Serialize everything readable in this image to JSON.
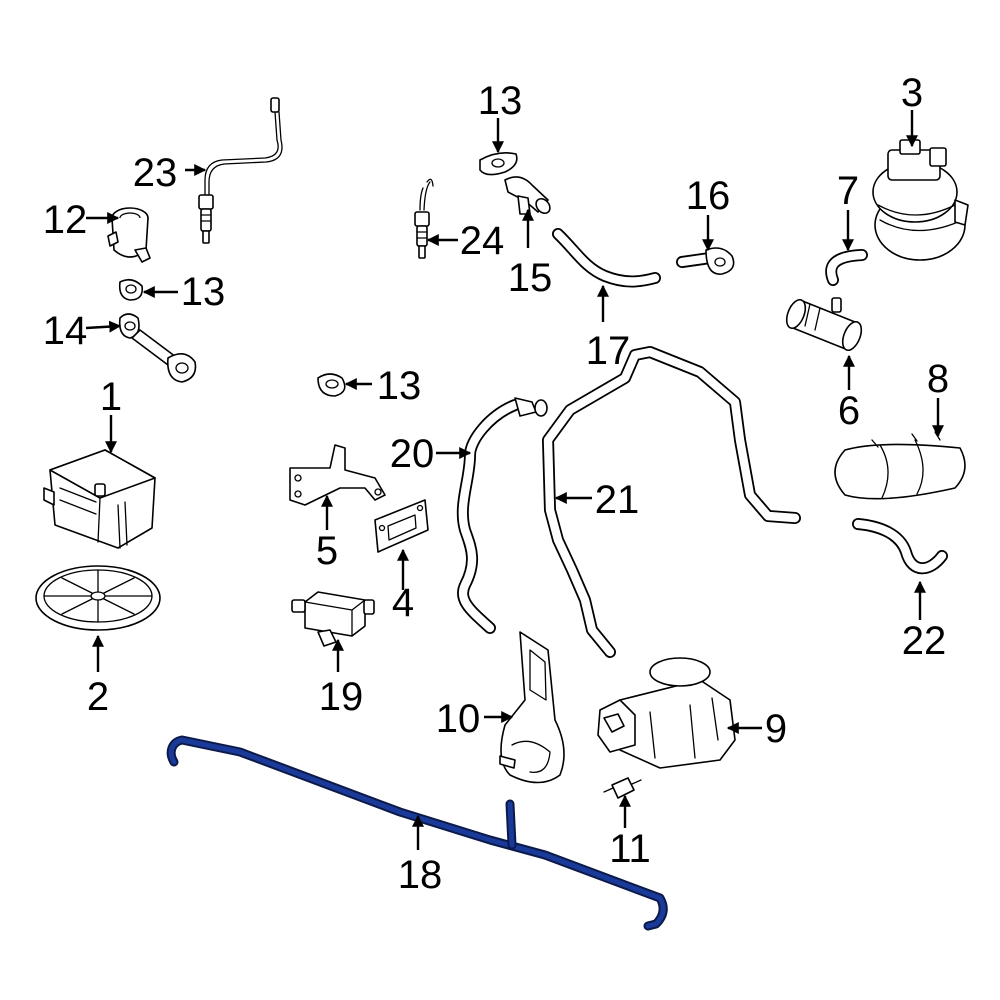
{
  "highlight_color": "#1a3a9a",
  "callouts": {
    "c1": "1",
    "c2": "2",
    "c3": "3",
    "c4": "4",
    "c5": "5",
    "c6": "6",
    "c7": "7",
    "c8": "8",
    "c9": "9",
    "c10": "10",
    "c11": "11",
    "c12": "12",
    "c13a": "13",
    "c13b": "13",
    "c13c": "13",
    "c14": "14",
    "c15": "15",
    "c16": "16",
    "c17": "17",
    "c18": "18",
    "c19": "19",
    "c20": "20",
    "c21": "21",
    "c22": "22",
    "c23": "23",
    "c24": "24"
  }
}
